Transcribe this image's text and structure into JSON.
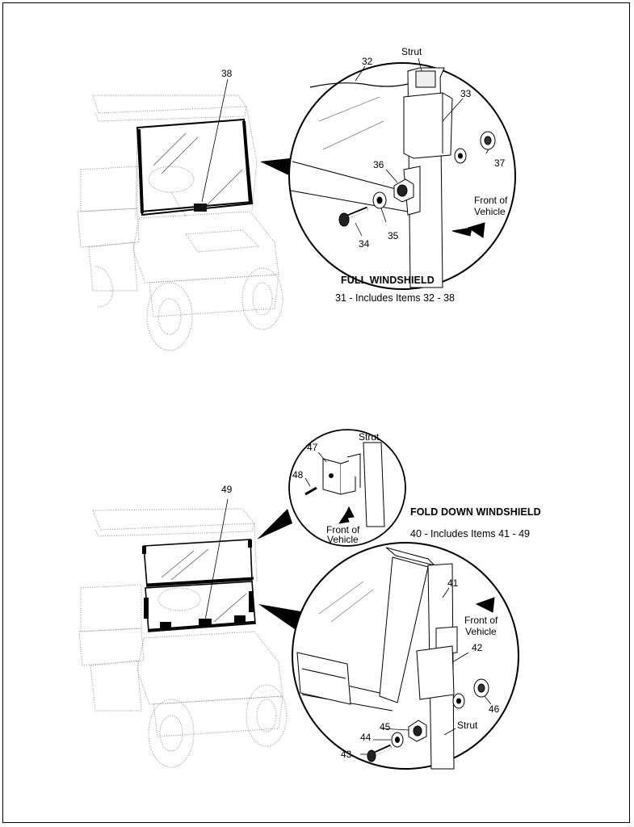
{
  "full": {
    "title": "FULL WINDSHIELD",
    "subtitle": "31 - Includes Items 32 - 38",
    "callouts": {
      "c38": "38",
      "c32": "32",
      "c33": "33",
      "c34": "34",
      "c35": "35",
      "c36": "36",
      "c37": "37"
    },
    "strut": "Strut",
    "front_line1": "Front of",
    "front_line2": "Vehicle"
  },
  "fold": {
    "title": "FOLD DOWN WINDSHIELD",
    "subtitle": "40 - Includes Items 41 - 49",
    "callouts": {
      "c41": "41",
      "c42": "42",
      "c43": "43",
      "c44": "44",
      "c45": "45",
      "c46": "46",
      "c47": "47",
      "c48": "48",
      "c49": "49"
    },
    "strut_small": "Strut",
    "strut_large": "Strut",
    "front_small_line1": "Front of",
    "front_small_line2": "Vehicle",
    "front_large_line1": "Front of",
    "front_large_line2": "Vehicle"
  }
}
